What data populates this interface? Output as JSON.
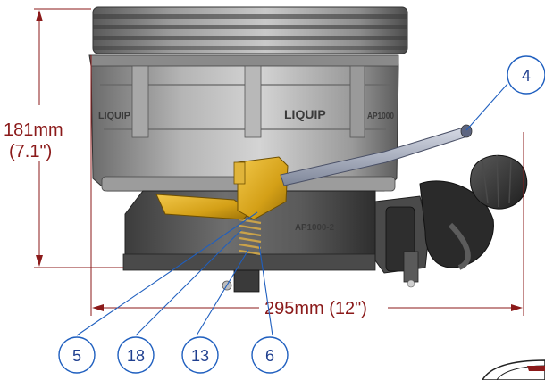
{
  "dimensions": {
    "height_metric": "181mm",
    "height_imperial": "(7.1\")",
    "width_label": "295mm (12\")"
  },
  "body_markings": {
    "brand_center": "LIQUIP",
    "brand_left": "LIQUIP",
    "part_right": "AP1000",
    "base_part": "AP1000-2"
  },
  "balloons": [
    {
      "id": "4",
      "label": "4"
    },
    {
      "id": "5",
      "label": "5"
    },
    {
      "id": "18",
      "label": "18"
    },
    {
      "id": "13",
      "label": "13"
    },
    {
      "id": "6",
      "label": "6"
    }
  ],
  "colors": {
    "dimension_line": "#8b1a1a",
    "balloon": "#1f5fbf",
    "body_gray": "#9a9a9a",
    "cam_yellow": "#d4a017"
  }
}
